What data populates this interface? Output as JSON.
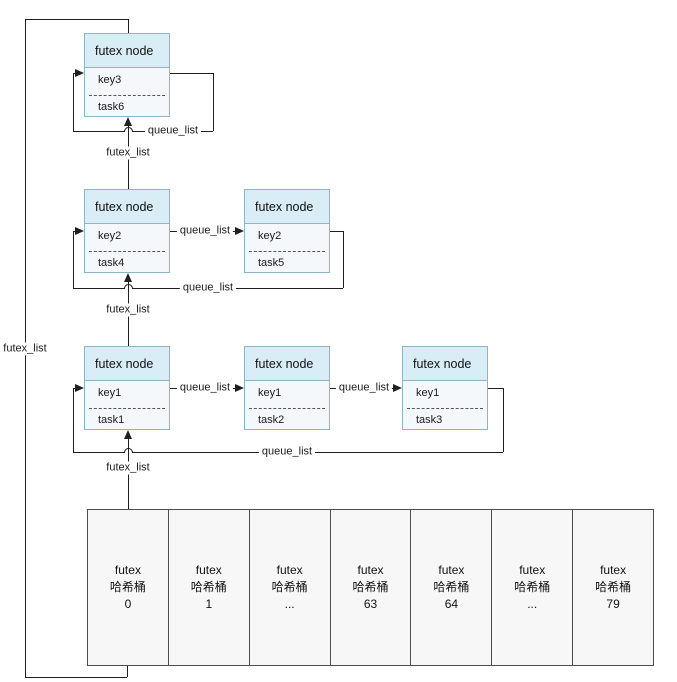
{
  "diagram": {
    "nodes": [
      {
        "title": "futex node",
        "key": "key3",
        "task": "task6"
      },
      {
        "title": "futex node",
        "key": "key2",
        "task": "task4"
      },
      {
        "title": "futex node",
        "key": "key2",
        "task": "task5"
      },
      {
        "title": "futex node",
        "key": "key1",
        "task": "task1"
      },
      {
        "title": "futex node",
        "key": "key1",
        "task": "task2"
      },
      {
        "title": "futex node",
        "key": "key1",
        "task": "task3"
      }
    ],
    "edge_labels": {
      "queue_list": "queue_list",
      "futex_list": "futex_list"
    },
    "buckets": [
      {
        "line1": "futex",
        "line2": "哈希桶",
        "line3": "0"
      },
      {
        "line1": "futex",
        "line2": "哈希桶",
        "line3": "1"
      },
      {
        "line1": "futex",
        "line2": "哈希桶",
        "line3": "..."
      },
      {
        "line1": "futex",
        "line2": "哈希桶",
        "line3": "63"
      },
      {
        "line1": "futex",
        "line2": "哈希桶",
        "line3": "64"
      },
      {
        "line1": "futex",
        "line2": "哈希桶",
        "line3": "..."
      },
      {
        "line1": "futex",
        "line2": "哈希桶",
        "line3": "79"
      }
    ],
    "colors": {
      "node_header": "#d9edf7",
      "node_body": "#f4f8fb",
      "node_border": "#8db4c8",
      "bucket_fill": "#f7f7f7",
      "bucket_border": "#4d4d4d",
      "line": "#1f1f1f"
    }
  }
}
